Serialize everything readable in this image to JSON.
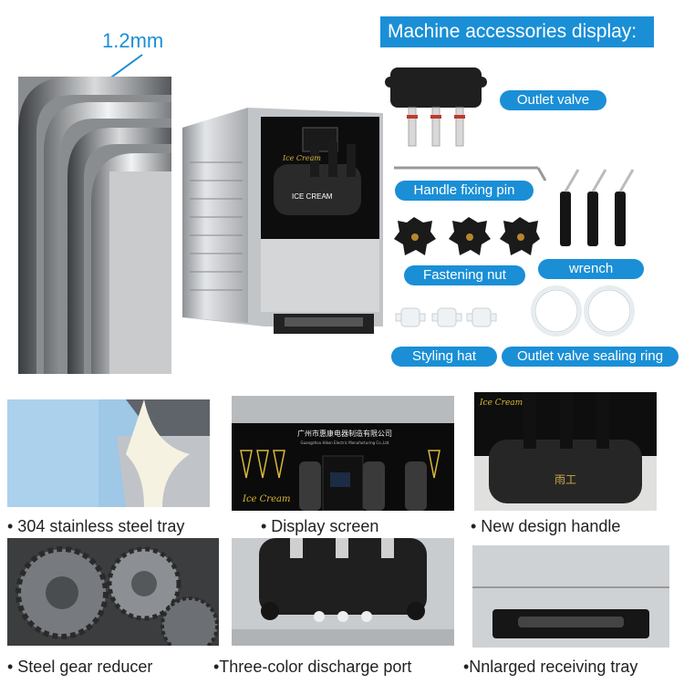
{
  "thickness": {
    "label": "1.2mm"
  },
  "accessories": {
    "title": "Machine accessories display:",
    "items": [
      "Outlet valve",
      "Handle fixing pin",
      "Fastening nut",
      "wrench",
      "Styling hat",
      "Outlet valve sealing ring"
    ]
  },
  "machine": {
    "panel_text": "ICE CREAM",
    "script_text": "Ice Cream"
  },
  "display_panel": {
    "company_cn": "广州市惠康电器制造有限公司",
    "company_en": "Guangzhou Hikon Electric Manufacturing Co.,Ltd",
    "script_text": "Ice Cream"
  },
  "handle_panel": {
    "script_text": "Ice Cream",
    "logo": "雨工"
  },
  "features": [
    {
      "caption": "• 304 stainless steel tray"
    },
    {
      "caption": "• Display screen"
    },
    {
      "caption": "• New design handle"
    },
    {
      "caption": "• Steel gear reducer"
    },
    {
      "caption": "•Three-color discharge port"
    },
    {
      "caption": "•Nnlarged receiving tray"
    }
  ],
  "colors": {
    "accent": "#1a8fd6",
    "panel_black": "#111111",
    "steel": "#b9bcc0"
  }
}
